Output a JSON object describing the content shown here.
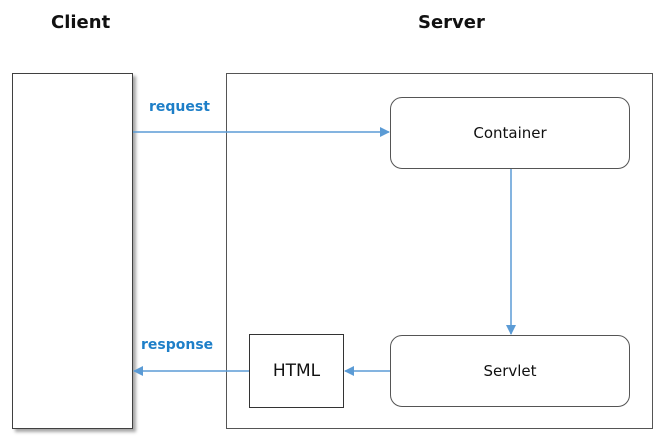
{
  "headings": {
    "client": "Client",
    "server": "Server"
  },
  "nodes": {
    "container": "Container",
    "servlet": "Servlet",
    "html": "HTML"
  },
  "edges": {
    "request": "request",
    "response": "response"
  },
  "colors": {
    "arrow": "#5b9bd5",
    "edge_label": "#1e7fc8",
    "border": "#404040"
  }
}
